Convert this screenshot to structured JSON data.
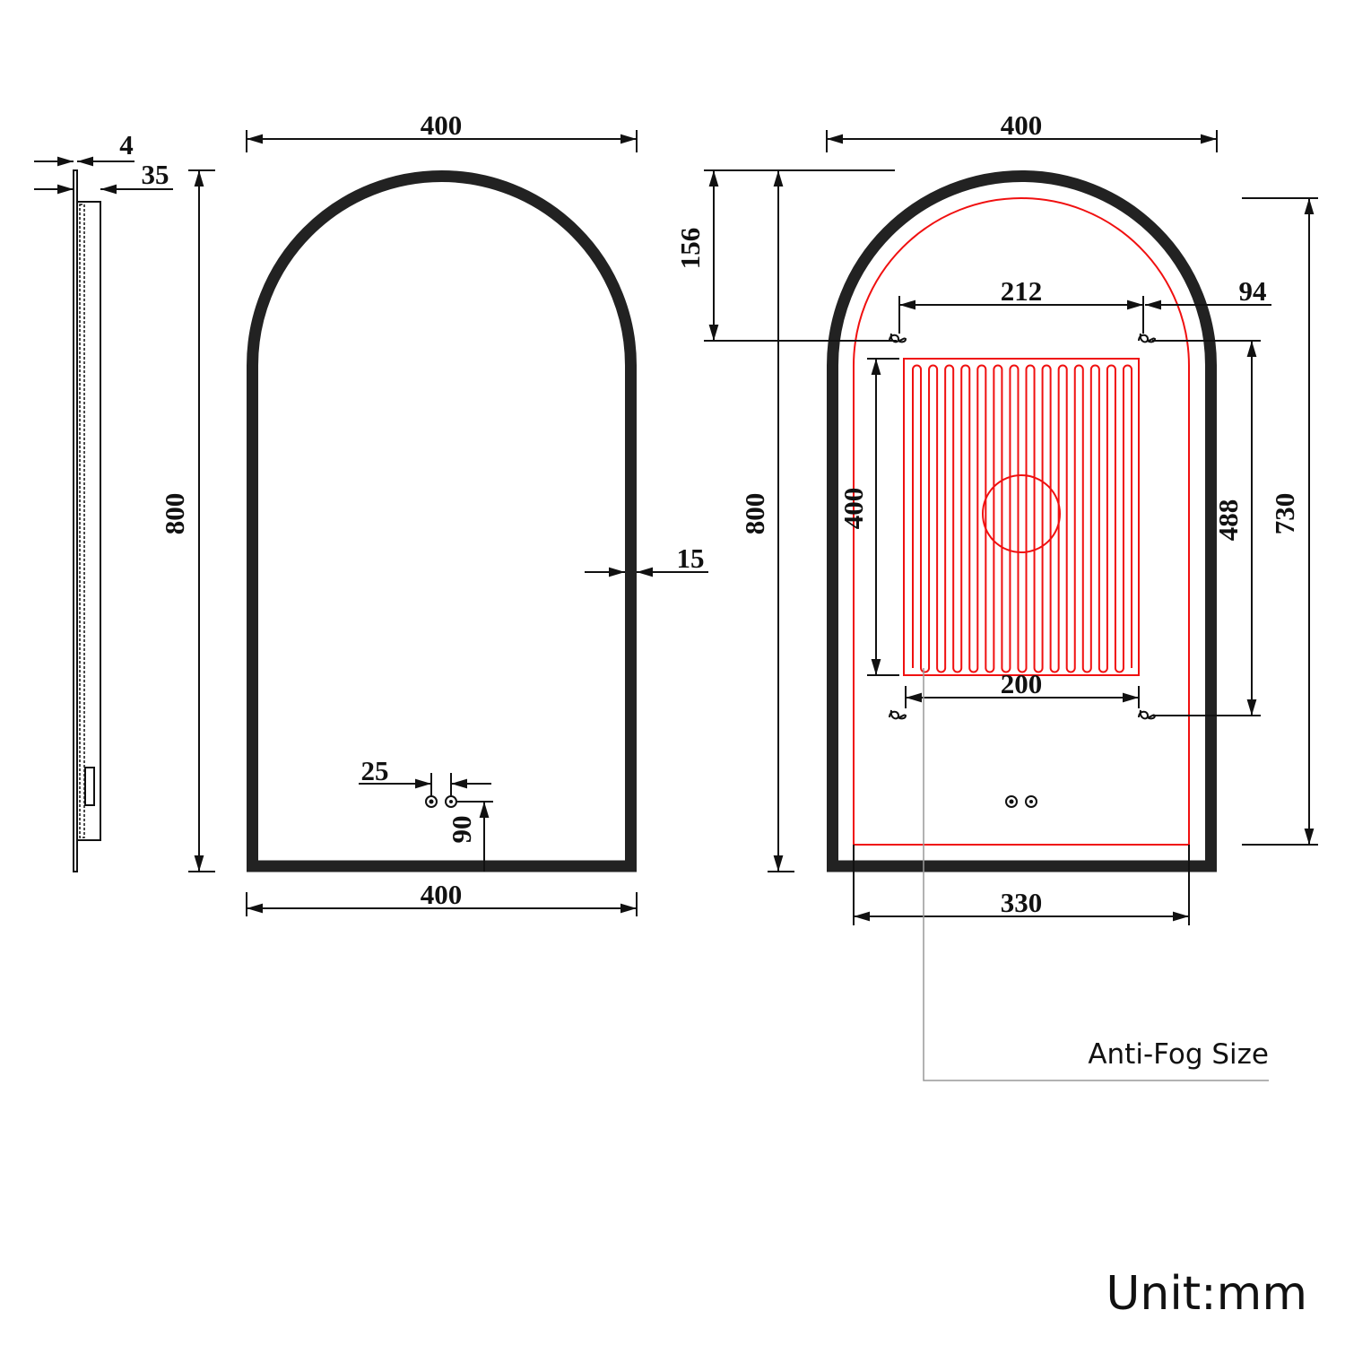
{
  "side_view": {
    "depth_total": "35",
    "glass_thickness": "4"
  },
  "front_view": {
    "width_top": "400",
    "width_bottom": "400",
    "height": "800",
    "frame_width": "15",
    "button_spacing": "25",
    "button_height": "90"
  },
  "rear_view": {
    "width_top": "400",
    "height": "800",
    "top_to_bracket": "156",
    "bracket_spacing_top": "212",
    "bracket_edge_offset": "94",
    "heater_height": "400",
    "bracket_spacing_bottom": "200",
    "bracket_vertical": "488",
    "antifog_height": "730",
    "antifog_width": "330",
    "antifog_label": "Anti-Fog Size"
  },
  "unit_label": "Unit:mm",
  "colors": {
    "antifog": "#f01010",
    "frame": "#222222"
  }
}
